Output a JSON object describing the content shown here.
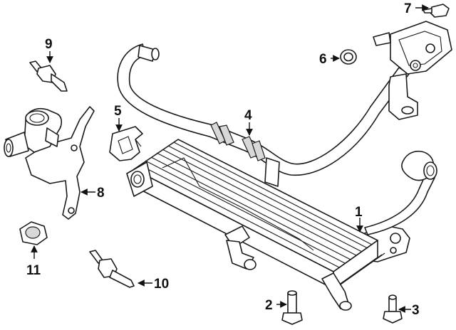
{
  "callouts": [
    {
      "id": "1",
      "label": "1"
    },
    {
      "id": "2",
      "label": "2"
    },
    {
      "id": "3",
      "label": "3"
    },
    {
      "id": "4",
      "label": "4"
    },
    {
      "id": "5",
      "label": "5"
    },
    {
      "id": "6",
      "label": "6"
    },
    {
      "id": "7",
      "label": "7"
    },
    {
      "id": "8",
      "label": "8"
    },
    {
      "id": "9",
      "label": "9"
    },
    {
      "id": "10",
      "label": "10"
    },
    {
      "id": "11",
      "label": "11"
    }
  ],
  "colors": {
    "line": "#1a1a1a",
    "background": "#ffffff",
    "shading": "#d8d8d8"
  }
}
